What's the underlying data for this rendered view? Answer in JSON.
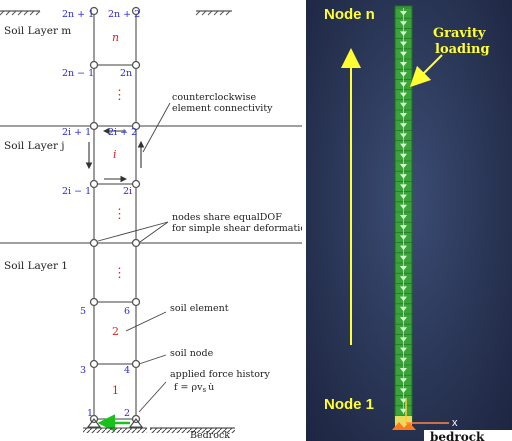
{
  "left": {
    "layers": {
      "m": "Soil Layer m",
      "j": "Soil Layer j",
      "one": "Soil Layer 1"
    },
    "node_labels": {
      "top_left": "2n + 1",
      "top_right": "2n + 2",
      "n_left": "2n − 1",
      "n_right": "2n",
      "ip1_left": "2i + 1",
      "ip1_right": "2i + 2",
      "i_left": "2i − 1",
      "i_right": "2i",
      "n5": "5",
      "n6": "6",
      "n3": "3",
      "n4": "4",
      "n1": "1",
      "n2": "2"
    },
    "element_labels": {
      "n": "n",
      "i": "i",
      "e2": "2",
      "e1": "1"
    },
    "dots": [
      "⋮",
      "⋮",
      "⋮"
    ],
    "annotations": {
      "ccw_line1": "counterclockwise",
      "ccw_line2": "element connectivity",
      "eqdof_line1": "nodes share equalDOF",
      "eqdof_line2": "for simple shear deformation",
      "soil_element": "soil element",
      "soil_node": "soil node",
      "force_line1": "applied force history",
      "force_line2": "f = ρv",
      "force_sub": "s",
      "force_line2b": "u̇",
      "bedrock": "Bedrock"
    }
  },
  "right": {
    "node_n": "Node n",
    "gravity_line1": "Gravity",
    "gravity_line2": "loading",
    "node_1": "Node 1",
    "axis_x": "x",
    "bedrock": "bedrock"
  },
  "colors": {
    "blue_label": "#2a2ad8",
    "red_label": "#e02020",
    "yellow": "#ffff33",
    "column_green": "#3aa33a",
    "arrow_green": "#18c21a"
  }
}
